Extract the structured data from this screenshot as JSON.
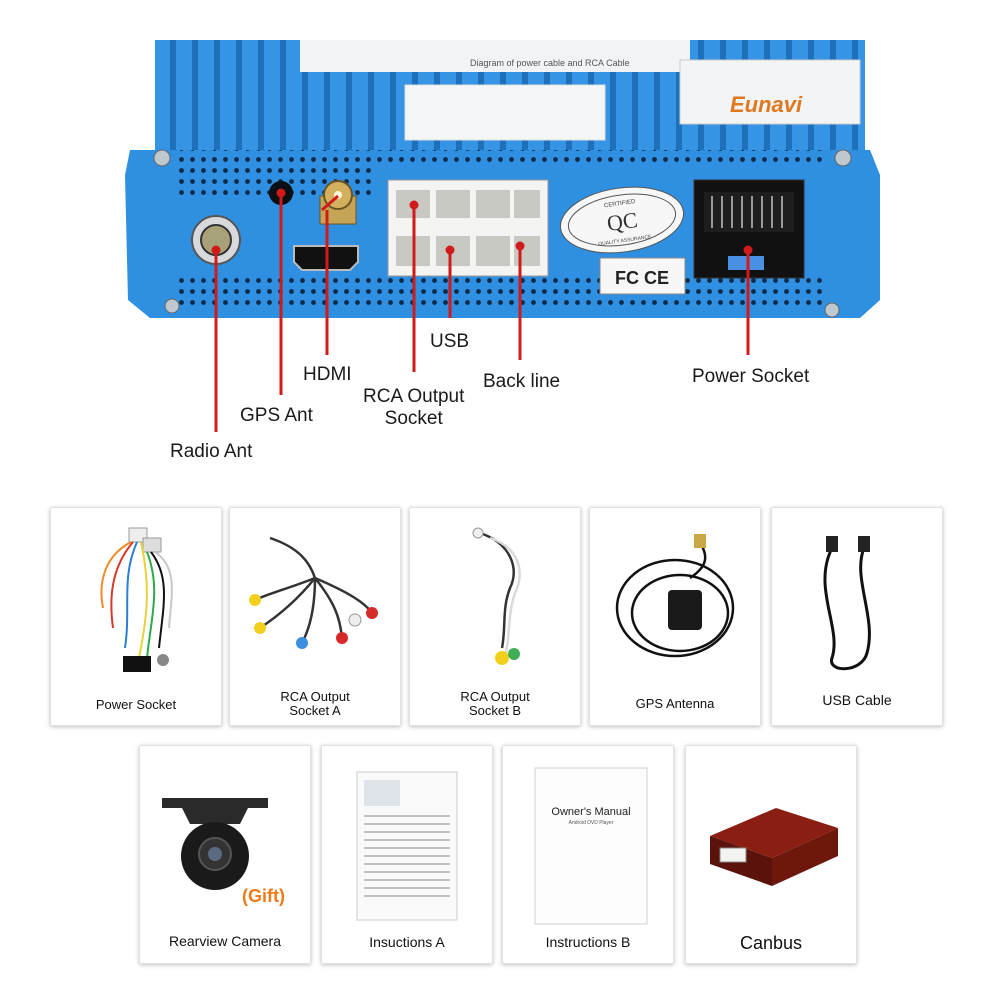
{
  "device": {
    "brand": "Eunavi",
    "qc_stamp": "QC",
    "qc_ring_top": "CERTIFIED",
    "qc_ring_bottom": "QUALITY ASSURANCE",
    "cert_marks": "FC CE",
    "label_title": "Diagram of power cable and RCA Cable",
    "colors": {
      "housing": "#2f8fe0",
      "housing_dark": "#1f6fb8",
      "callout_line": "#d11a1a"
    }
  },
  "callouts": {
    "radio_ant": "Radio Ant",
    "gps_ant": "GPS Ant",
    "hdmi": "HDMI",
    "rca_output_line1": "RCA Output",
    "rca_output_line2": "Socket",
    "usb": "USB",
    "back_line": "Back line",
    "power_socket": "Power Socket"
  },
  "accessories": [
    {
      "label": "Power Socket",
      "icon": "wire-harness-icon"
    },
    {
      "label_line1": "RCA Output",
      "label_line2": "Socket A",
      "icon": "rca-cable-icon"
    },
    {
      "label_line1": "RCA Output",
      "label_line2": "Socket B",
      "icon": "rca-cable-icon"
    },
    {
      "label": "GPS Antenna",
      "icon": "gps-antenna-icon"
    },
    {
      "label": "USB Cable",
      "icon": "usb-cable-icon"
    },
    {
      "label": "Rearview Camera",
      "tag": "(Gift)",
      "icon": "camera-icon"
    },
    {
      "label": "Insuctions A",
      "icon": "document-icon"
    },
    {
      "label": "Instructions B",
      "icon": "manual-icon",
      "cover_title": "Owner's Manual",
      "cover_subtitle": "Android DVD Player"
    },
    {
      "label": "Canbus",
      "icon": "canbus-box-icon"
    }
  ]
}
